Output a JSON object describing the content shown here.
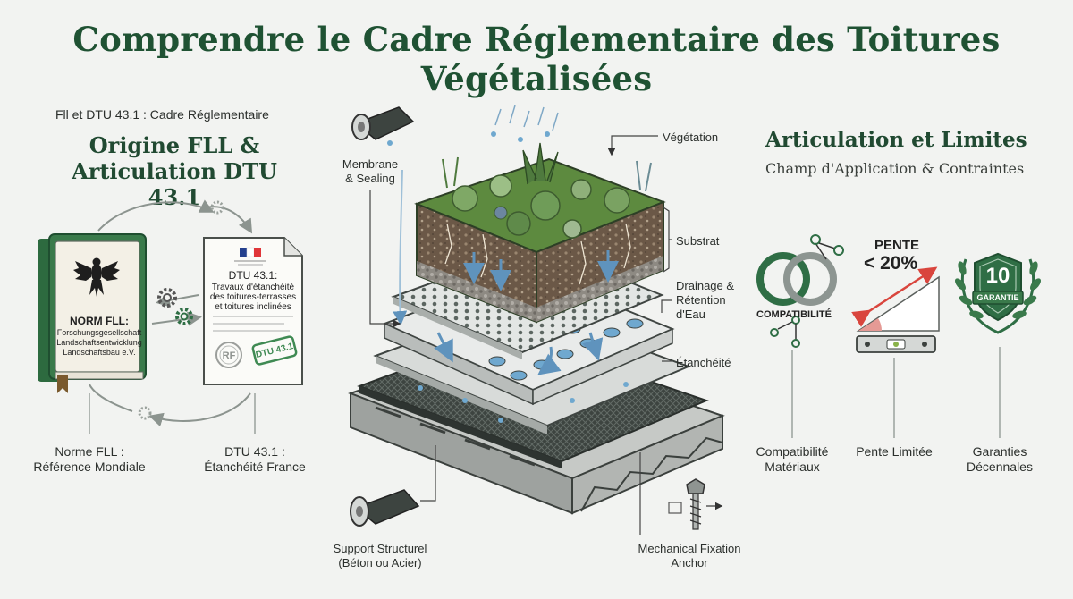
{
  "title": "Comprendre le Cadre Réglementaire des Toitures Végétalisées",
  "left": {
    "kicker": "Fll et DTU 43.1 : Cadre Réglementaire",
    "heading_line1": "Origine FLL &",
    "heading_line2": "Articulation DTU 43.1",
    "book": {
      "title": "NORM FLL:",
      "line1": "Forschungsgesellschaft",
      "line2": "Landschaftsentwicklung",
      "line3": "Landschaftsbau e.V."
    },
    "doc": {
      "title": "DTU 43.1:",
      "line1": "Travaux d'étanchéité",
      "line2": "des toitures-terrasses",
      "line3": "et toitures inclinées",
      "seal": "RF",
      "stamp": "DTU 43.1"
    },
    "caption_fll_line1": "Norme FLL :",
    "caption_fll_line2": "Référence Mondiale",
    "caption_dtu_line1": "DTU 43.1 :",
    "caption_dtu_line2": "Étanchéité France"
  },
  "center": {
    "membrane_line1": "Membrane",
    "membrane_line2": "& Sealing",
    "vegetation": "Végétation",
    "substrat": "Substrat",
    "drainage_line1": "Drainage &",
    "drainage_line2": "Rétention",
    "drainage_line3": "d'Eau",
    "etancheite": "Étanchéité",
    "support_line1": "Support Structurel",
    "support_line2": "(Béton ou Acier)",
    "fixation_line1": "Mechanical Fixation",
    "fixation_line2": "Anchor"
  },
  "right": {
    "heading": "Articulation et Limites",
    "subheading": "Champ d'Application & Contraintes",
    "compat_badge": "COMPATIBILITÉ",
    "pente_label": "PENTE",
    "pente_value": "< 20%",
    "badge_number": "10",
    "badge_text": "GARANTIE",
    "caption_compat_line1": "Compatibilité",
    "caption_compat_line2": "Matériaux",
    "caption_pente": "Pente Limitée",
    "caption_garanties_line1": "Garanties",
    "caption_garanties_line2": "Décennales"
  },
  "colors": {
    "green_dark": "#1f5233",
    "green_mid": "#3f7a4f",
    "red": "#d9453d",
    "water": "#6fa8cf"
  }
}
